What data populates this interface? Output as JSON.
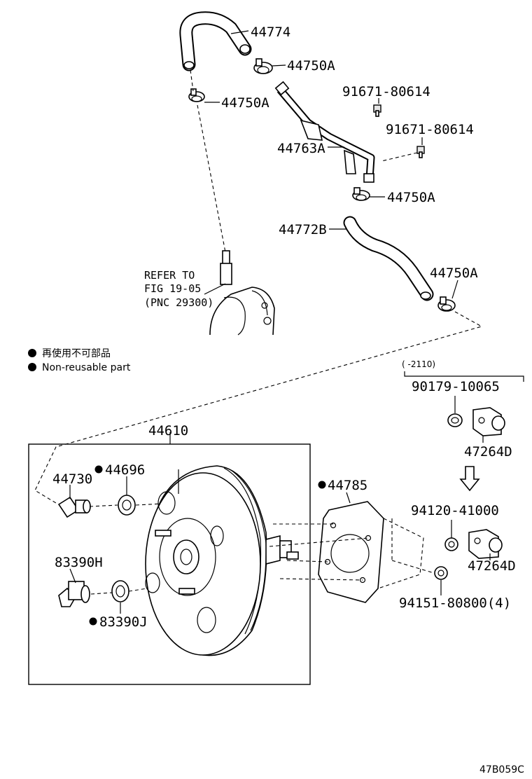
{
  "legend": {
    "japanese": "再使用不可部品",
    "english": "Non-reusable part"
  },
  "refer": {
    "line1": "REFER TO",
    "line2": "FIG 19-05",
    "line3": "(PNC 29300)"
  },
  "range_note": "(      -2110)",
  "labels": {
    "p44774": "44774",
    "p44750a_1": "44750A",
    "p44750a_2": "44750A",
    "p91671_1": "91671-80614",
    "p91671_2": "91671-80614",
    "p44763a": "44763A",
    "p44750a_3": "44750A",
    "p44772b": "44772B",
    "p44750a_4": "44750A",
    "p90179": "90179-10065",
    "p47264d_1": "47264D",
    "p44610": "44610",
    "p44730": "44730",
    "p44696": "44696",
    "p44785": "44785",
    "p94120": "94120-41000",
    "p47264d_2": "47264D",
    "p83390h": "83390H",
    "p83390j": "83390J",
    "p94151": "94151-80800(4)"
  },
  "figure_id": "47B059C"
}
